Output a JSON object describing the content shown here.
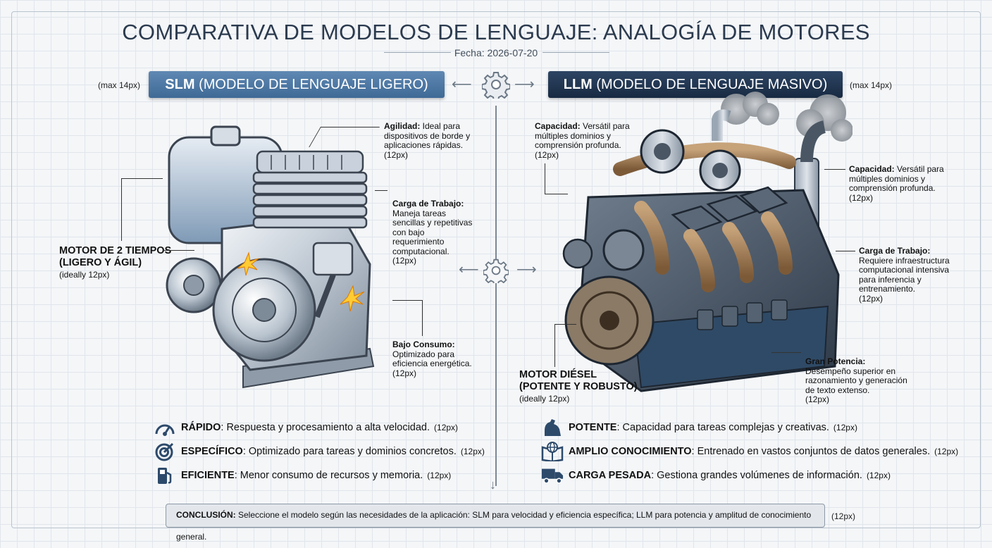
{
  "header": {
    "title": "COMPARATIVA DE MODELOS DE LENGUAJE: ANALOGÍA DE MOTORES",
    "date": "Fecha: 2026-07-20"
  },
  "slm": {
    "pill_strong": "SLM",
    "pill_rest": " (MODELO DE LENGUAJE LIGERO)",
    "pill_note": "(max 14px)",
    "engine_label_1": "MOTOR DE 2 TIEMPOS",
    "engine_label_2": "(LIGERO Y ÁGIL)",
    "engine_sub": "(ideally 12px)",
    "annotations": [
      {
        "title": "Agilidad:",
        "lines": [
          " Ideal para",
          "dispositivos de borde y",
          "aplicaciones rápidas.",
          "(12px)"
        ]
      },
      {
        "title": "Carga de Trabajo:",
        "lines": [
          "Maneja tareas",
          "sencillas y repetitivas",
          "con bajo",
          "requerimiento",
          "computacional.",
          "(12px)"
        ]
      },
      {
        "title": "Bajo Consumo:",
        "lines": [
          "Optimizado para",
          "eficiencia energética.",
          "(12px)"
        ]
      }
    ],
    "features": [
      {
        "icon": "speedometer-icon",
        "title": "RÁPIDO",
        "text": ": Respuesta y procesamiento a alta velocidad.",
        "note": "(12px)"
      },
      {
        "icon": "target-icon",
        "title": "ESPECÍFICO",
        "text": ": Optimizado para tareas y dominios concretos.",
        "note": "(12px)"
      },
      {
        "icon": "fuel-pump-icon",
        "title": "EFICIENTE",
        "text": ": Menor consumo de recursos y memoria.",
        "note": "(12px)"
      }
    ]
  },
  "llm": {
    "pill_strong": "LLM",
    "pill_rest": " (MODELO DE LENGUAJE MASIVO)",
    "pill_note": "(max 14px)",
    "engine_label_1": "MOTOR DIÉSEL",
    "engine_label_2": "(POTENTE Y ROBUSTO)",
    "engine_sub": "(ideally 12px)",
    "annotations": [
      {
        "title": "Capacidad:",
        "lines": [
          " Versátil para",
          "múltiples dominios y",
          "comprensión profunda.",
          "(12px)"
        ]
      },
      {
        "title": "Capacidad:",
        "lines": [
          " Versátil para",
          "múltiples dominios y",
          "comprensión profunda.",
          "(12px)"
        ]
      },
      {
        "title": "Carga de Trabajo:",
        "lines": [
          "Requiere infraestructura",
          "computacional intensiva",
          "para inferencia y",
          "entrenamiento.",
          "(12px)"
        ]
      },
      {
        "title": "Gran Potencia:",
        "lines": [
          "Desempeño superior en",
          "razonamiento y generación",
          "de texto extenso.",
          "(12px)"
        ]
      }
    ],
    "features": [
      {
        "icon": "flexed-arm-icon",
        "title": "POTENTE",
        "text": ": Capacidad para tareas complejas y creativas.",
        "note": "(12px)"
      },
      {
        "icon": "book-globe-icon",
        "title": "AMPLIO CONOCIMIENTO",
        "text": ": Entrenado en vastos conjuntos de datos generales.",
        "note": "(12px)"
      },
      {
        "icon": "truck-icon",
        "title": "CARGA PESADA",
        "text": ": Gestiona grandes volúmenes de información.",
        "note": "(12px)"
      }
    ]
  },
  "conclusion": {
    "title": "CONCLUSIÓN:",
    "text": " Seleccione el modelo según las necesidades de la aplicación: SLM para velocidad y eficiencia específica; LLM para potencia y amplitud de conocimiento general.",
    "note": "(12px)"
  }
}
